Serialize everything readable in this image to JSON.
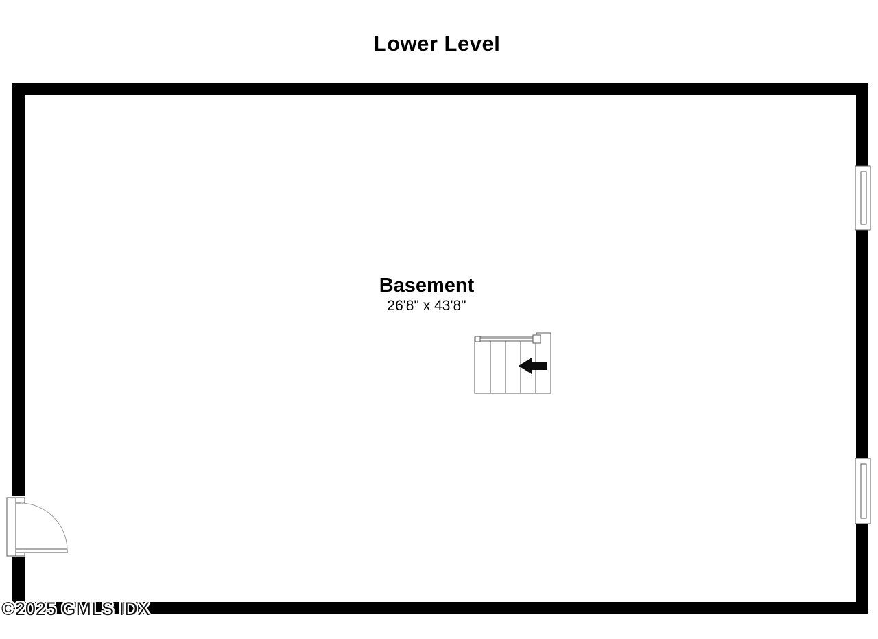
{
  "page": {
    "title": "Lower Level",
    "watermark": "©2025 GMLS IDX"
  },
  "rooms": [
    {
      "name": "Basement",
      "dimensions": "26'8\" x 43'8\""
    }
  ],
  "features": {
    "staircase": {
      "arrow_icon": "arrow-left-icon",
      "treads": 5
    },
    "doors": [
      {
        "wall": "left",
        "swing": "quarter-arc-into-room"
      }
    ],
    "windows": [
      {
        "wall": "right",
        "position": "upper"
      },
      {
        "wall": "right",
        "position": "lower"
      }
    ]
  },
  "colors": {
    "wall": "#000000",
    "thin_line": "#5a5a5a",
    "arc_line": "#9a9a9a",
    "arrow": "#0d0d0d",
    "background": "#ffffff"
  }
}
